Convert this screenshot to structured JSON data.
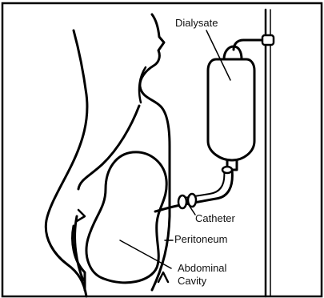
{
  "diagram": {
    "labels": {
      "dialysate": "Dialysate",
      "catheter": "Catheter",
      "peritoneum": "Peritoneum",
      "abdominal_line1": "Abdominal",
      "abdominal_line2": "Cavity"
    },
    "colors": {
      "ink": "#000000",
      "background": "#ffffff"
    }
  }
}
